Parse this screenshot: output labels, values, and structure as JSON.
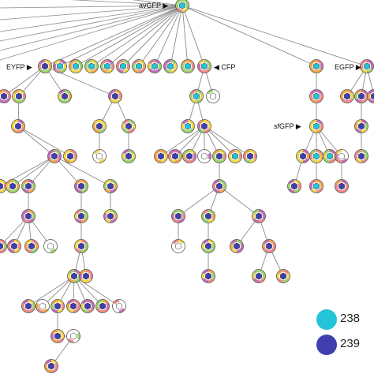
{
  "labels": {
    "avgfp": "avGFP ▶",
    "eyfp": "EYFP ▶",
    "cfp": "◀ CFP",
    "egfp": "EGFP ▶",
    "sfgfp": "sfGFP ▶"
  },
  "legend": [
    {
      "text": "238",
      "color": "#23c4d8"
    },
    {
      "text": "239",
      "color": "#3f3fae"
    }
  ],
  "colors": {
    "edge": "#8a8a8a",
    "ring_outline": "#555555",
    "palette": [
      "#23c4d8",
      "#3f3fae",
      "#f1d64a",
      "#f08a8a",
      "#9ed36a",
      "#c46fb8",
      "#f3a64a",
      "#ffffff"
    ]
  },
  "icons": {
    "node": "hexagon-ring-node-icon"
  }
}
